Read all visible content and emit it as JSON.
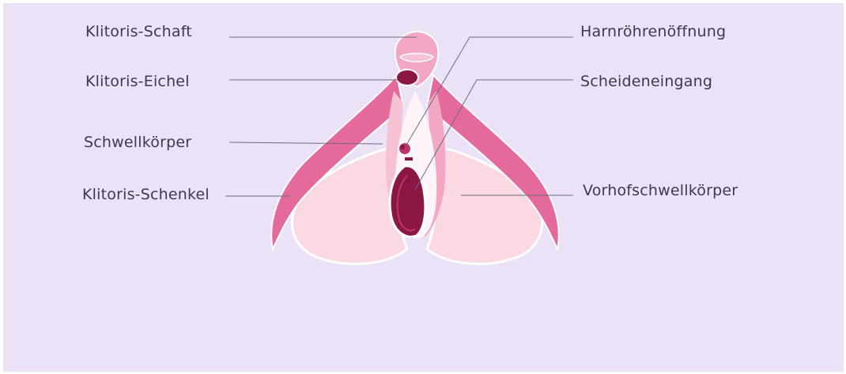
{
  "colors": {
    "background": "#ece2f8",
    "clitoris_body": "#e36a9a",
    "clitoris_light": "#f3a7c4",
    "bulb_fill": "#fbd9e2",
    "dark_opening": "#8a1743",
    "leader_line": "#6d6b7e"
  },
  "labels": {
    "left": [
      {
        "id": "shaft",
        "text": "Klitoris-Schaft"
      },
      {
        "id": "glans",
        "text": "Klitoris-Eichel"
      },
      {
        "id": "bulbs",
        "text": "Schwellkörper"
      },
      {
        "id": "crus",
        "text": "Klitoris-Schenkel"
      }
    ],
    "right": [
      {
        "id": "urethra",
        "text": "Harnröhrenöffnung"
      },
      {
        "id": "vagina",
        "text": "Scheideneingang"
      },
      {
        "id": "vestibular",
        "text": "Vorhofschwellkörper"
      }
    ]
  }
}
